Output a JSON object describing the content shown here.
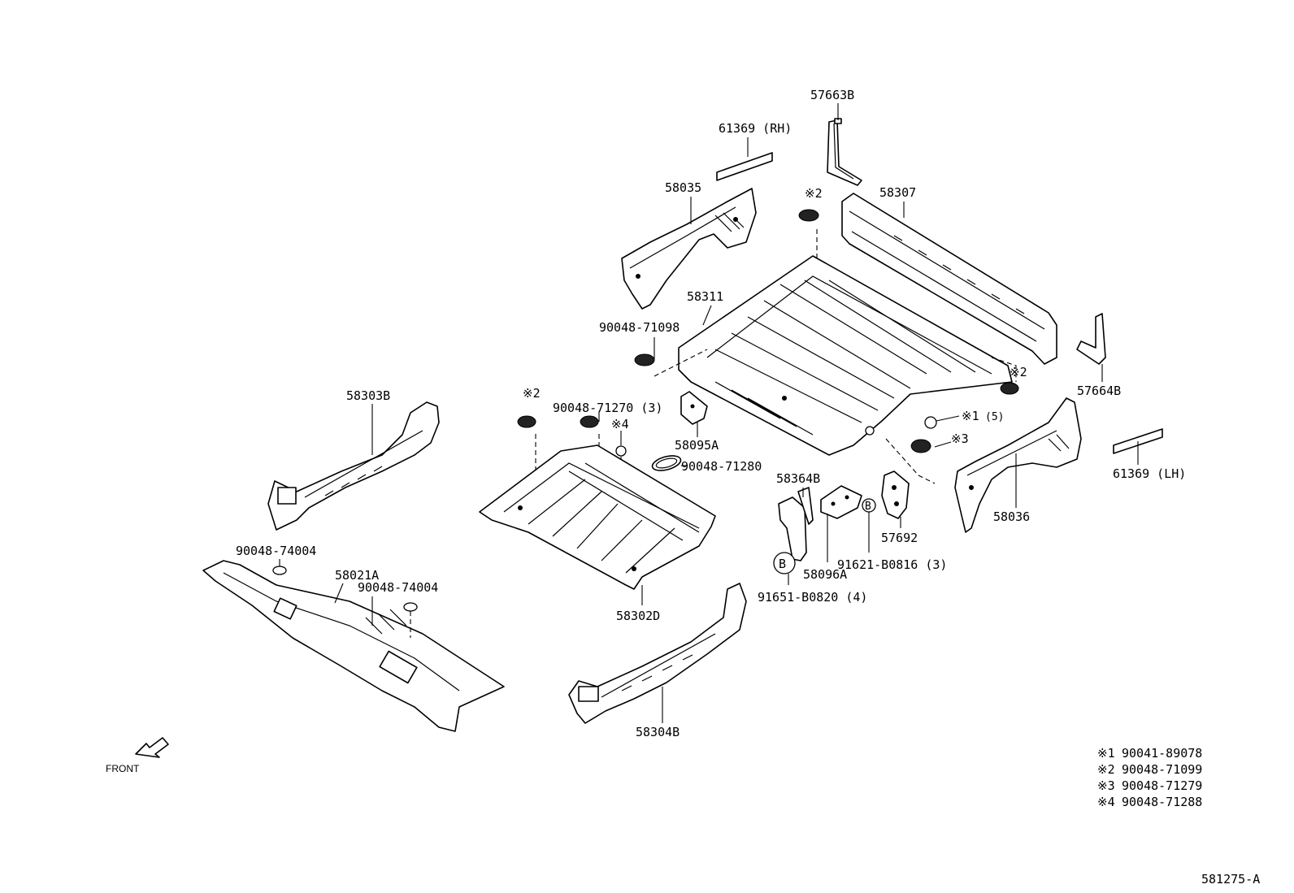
{
  "labels": {
    "p57663B": "57663B",
    "p61369RH": "61369 (RH)",
    "p58035": "58035",
    "p58307": "58307",
    "pStar2a": "※2",
    "p58311": "58311",
    "p9004871098": "90048-71098",
    "pStar2b": "※2",
    "p57664B": "57664B",
    "p58303B": "58303B",
    "pStar2c": "※2",
    "p9004871270": "90048-71270 (3)",
    "pStar4": "※4",
    "p58095A": "58095A",
    "p9004871280": "90048-71280",
    "pStar1": "※1",
    "pStar1qty": "(5)",
    "pStar3": "※3",
    "p58364B": "58364B",
    "p57692": "57692",
    "p58036": "58036",
    "p61369LH": "61369 (LH)",
    "p9004874004a": "90048-74004",
    "p58021A": "58021A",
    "p9004874004b": "90048-74004",
    "pBigB": "B",
    "pSmallB": "B",
    "p58096A": "58096A",
    "p91621B0816": "91621-B0816 (3)",
    "p91651B0820": "91651-B0820 (4)",
    "p58302D": "58302D",
    "p58304B": "58304B",
    "front": "FRONT",
    "diagram_id": "581275-A"
  },
  "legend": [
    {
      "mark": "※1",
      "part": "90041-89078"
    },
    {
      "mark": "※2",
      "part": "90048-71099"
    },
    {
      "mark": "※3",
      "part": "90048-71279"
    },
    {
      "mark": "※4",
      "part": "90048-71288"
    }
  ]
}
